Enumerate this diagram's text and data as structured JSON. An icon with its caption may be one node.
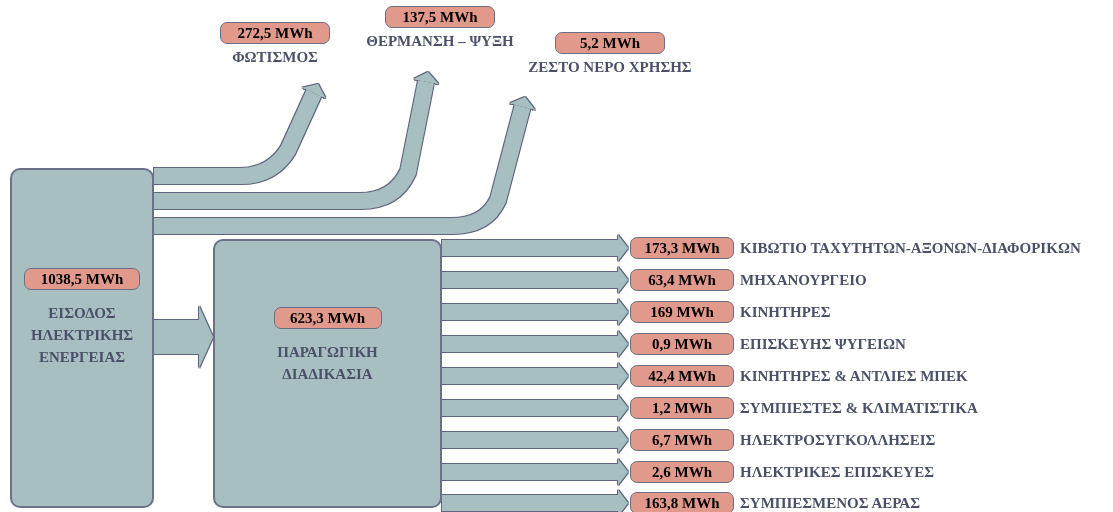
{
  "diagram": {
    "nodes": [
      {
        "text": [
          "ΕΙΣΟΔΟΣ ΗΛΕΚΤΡΙΚΗΣ ΕΝΕΡΓΕΙΑΣ"
        ]
      },
      {
        "text": [
          "1038,5 MWh"
        ],
        "in": 0
      },
      {
        "text": [
          "ΠΑΡΑΓΩΓΙΚΗ ΔΙΑΔΙΚΑΣΙΑ"
        ]
      },
      {
        "text": [
          "623,3 MWh"
        ],
        "in": 2
      },
      {
        "text": [
          "272,5 MWh"
        ],
        "beside": [
          "ΦΩΤΙΣΜΟΣ"
        ]
      },
      {
        "text": [
          "137,5 MWh"
        ],
        "beside": [
          "ΘΕΡΜΑΝΣΗ – ΨΥΞΗ"
        ]
      },
      {
        "text": [
          "5,2 MWh"
        ],
        "beside": [
          "ΖΕΣΤΟ ΝΕΡΟ ΧΡΗΣΗΣ"
        ]
      },
      {
        "text": [
          "173,3 MWh"
        ],
        "beside": [
          "ΚΙΒΩΤΙΟ ΤΑΧΥΤΗΤΩΝ-ΑΞΟΝΩΝ-ΔΙΑΦΟΡΙΚΩΝ"
        ]
      },
      {
        "text": [
          "63,4 MWh"
        ],
        "beside": [
          "ΜΗΧΑΝΟΥΡΓΕΙΟ"
        ]
      },
      {
        "text": [
          "169 MWh"
        ],
        "beside": [
          "ΚΙΝΗΤΗΡΕΣ"
        ]
      },
      {
        "text": [
          "0,9 MWh"
        ],
        "beside": [
          "ΕΠΙΣΚΕΥΗΣ ΨΥΓΕΙΩΝ"
        ]
      },
      {
        "text": [
          "42,4 MWh"
        ],
        "beside": [
          "ΚΙΝΗΤΗΡΕΣ & ΑΝΤΛΙΕΣ ΜΠΕΚ"
        ]
      },
      {
        "text": [
          "1,2 MWh"
        ],
        "beside": [
          "ΣΥΜΠΙΕΣΤΕΣ & ΚΛΙΜΑΤΙΣΤΙΚΑ"
        ]
      },
      {
        "text": [
          "6,7 MWh"
        ],
        "beside": [
          "ΗΛΕΚΤΡΟΣΥΓΚΟΛΛΗΣΕΙΣ"
        ]
      },
      {
        "text": [
          "2,6 MWh"
        ],
        "beside": [
          "ΗΛΕΚΤΡΙΚΕΣ ΕΠΙΣΚΕΥΕΣ"
        ]
      },
      {
        "text": [
          "163,8 MWh"
        ],
        "beside": [
          "ΣΥΜΠΙΕΣΜΕΝΟΣ ΑΕΡΑΣ"
        ]
      }
    ],
    "edges": [
      {
        "from": 0,
        "to": 2,
        "arrow": "to",
        "style": "thick"
      },
      {
        "from": 0,
        "to": 4,
        "arrow": "to"
      },
      {
        "from": 0,
        "to": 5,
        "arrow": "to"
      },
      {
        "from": 0,
        "to": 6,
        "arrow": "to"
      },
      {
        "from": 2,
        "to": 7,
        "arrow": "to"
      },
      {
        "from": 2,
        "to": 8,
        "arrow": "to"
      },
      {
        "from": 2,
        "to": 9,
        "arrow": "to"
      },
      {
        "from": 2,
        "to": 10,
        "arrow": "to"
      },
      {
        "from": 2,
        "to": 11,
        "arrow": "to"
      },
      {
        "from": 2,
        "to": 12,
        "arrow": "to"
      },
      {
        "from": 2,
        "to": 13,
        "arrow": "to"
      },
      {
        "from": 2,
        "to": 14,
        "arrow": "to"
      },
      {
        "from": 2,
        "to": 15,
        "arrow": "to"
      }
    ]
  }
}
